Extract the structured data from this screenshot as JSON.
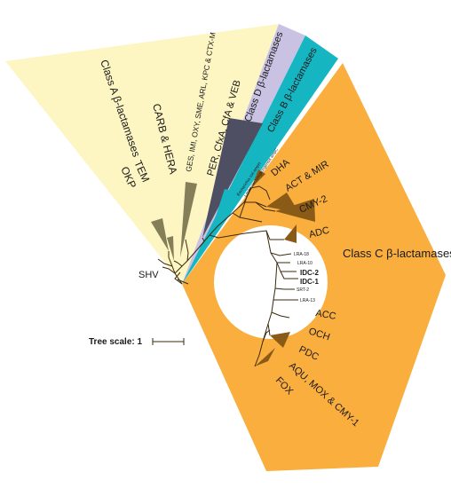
{
  "classes": {
    "class_a": {
      "label": "Class A β-lactamases",
      "color": "#fdf6c3"
    },
    "class_d": {
      "label": "Class D β-lactamases",
      "color": "#c9c2e2"
    },
    "class_b": {
      "label": "Class B β-lactamases",
      "color": "#16b5c2"
    },
    "class_c": {
      "label": "Class C β-lactamases",
      "color": "#f9ae3e"
    }
  },
  "class_a_groups": {
    "carb_hera": "CARB & HERA",
    "tem": "TEM",
    "okp": "OKP",
    "ges": "GES, IMI, OXY, SME, ARL, KPC & CTX-M",
    "per": "PER, CfxA, CfA & VEB",
    "shv": "SHV"
  },
  "class_c_groups": {
    "dha": "DHA",
    "act_mir": "ACT & MIR",
    "cmy2": "CMY-2",
    "adc": "ADC",
    "lra18": "LRA-18",
    "lra10": "LRA-10",
    "idc2": "IDC-2",
    "idc1": "IDC-1",
    "srt2": "SRT-2",
    "lra13": "LRA-13",
    "acc": "ACC",
    "och": "OCH",
    "pdc": "PDC",
    "aqu": "AQU, MOX & CMY-1",
    "fox": "FOX"
  },
  "small_labels": {
    "outgroup1": "Escherichia coli ampH",
    "outgroup2": "Laribacter hongkongensis ampC"
  },
  "scale": {
    "label": "Tree scale: 1"
  },
  "colors": {
    "clade_dark": "#8a5a17",
    "clade_olive": "#847f59",
    "clade_slate": "#4e4f63",
    "branch": "#3b2a10"
  }
}
